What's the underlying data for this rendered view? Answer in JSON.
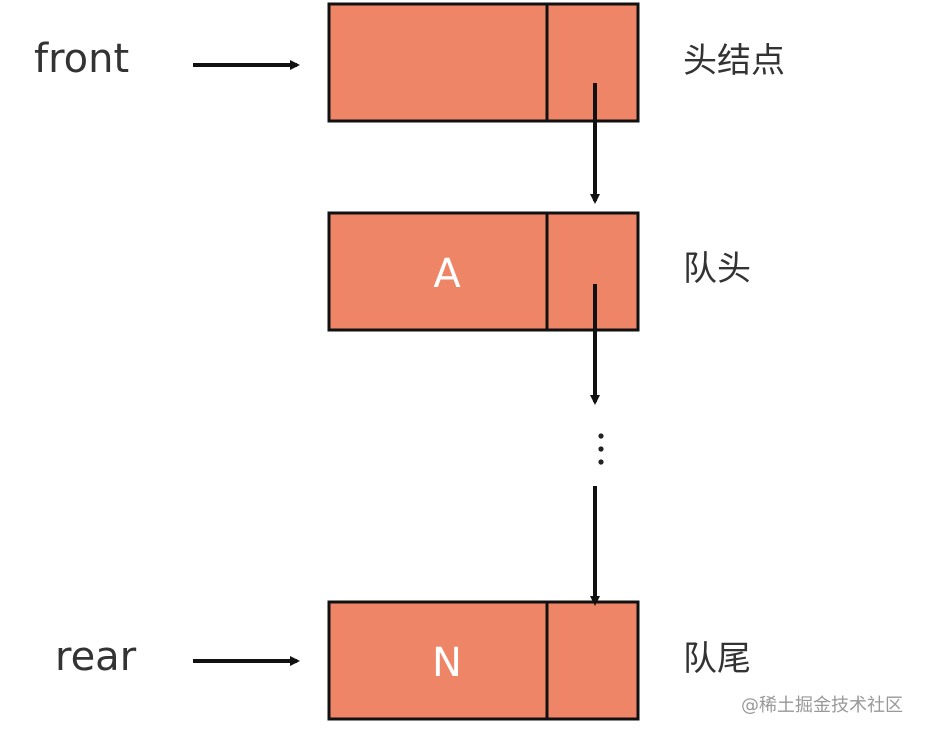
{
  "diagram": {
    "pointers": {
      "front": "front",
      "rear": "rear"
    },
    "nodes": [
      {
        "data": "",
        "side_label": "头结点"
      },
      {
        "data": "A",
        "side_label": "队头"
      },
      {
        "data": "N",
        "side_label": "队尾"
      }
    ],
    "watermark": "@稀土掘金技术社区"
  },
  "colors": {
    "node_fill": "#EF8567",
    "stroke": "#111111",
    "text": "#333333"
  }
}
